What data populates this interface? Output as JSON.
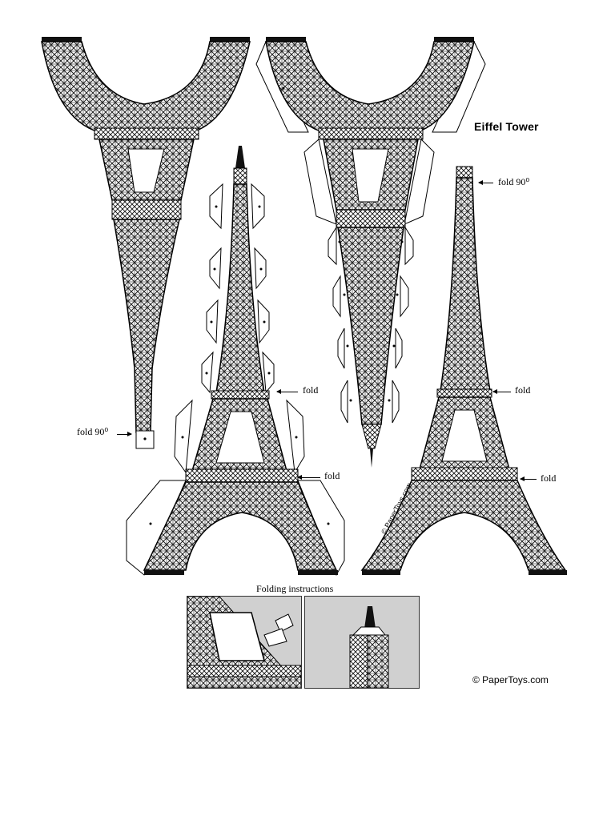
{
  "title": "Eiffel Tower",
  "labels": {
    "fold_90_left": "fold 90⁰",
    "fold_90_right": "fold 90⁰",
    "fold_a": "fold",
    "fold_b": "fold",
    "fold_c": "fold",
    "fold_d": "fold"
  },
  "instructions": {
    "title": "Folding instructions"
  },
  "credit": "© PaperToys.com",
  "watermark": "© PaperToys.com",
  "icons": [
    "tower-top-left-piece",
    "tower-top-middle-piece",
    "tower-spire-piece",
    "tower-full-left",
    "tower-full-right",
    "folding-panel-1",
    "folding-panel-2"
  ]
}
